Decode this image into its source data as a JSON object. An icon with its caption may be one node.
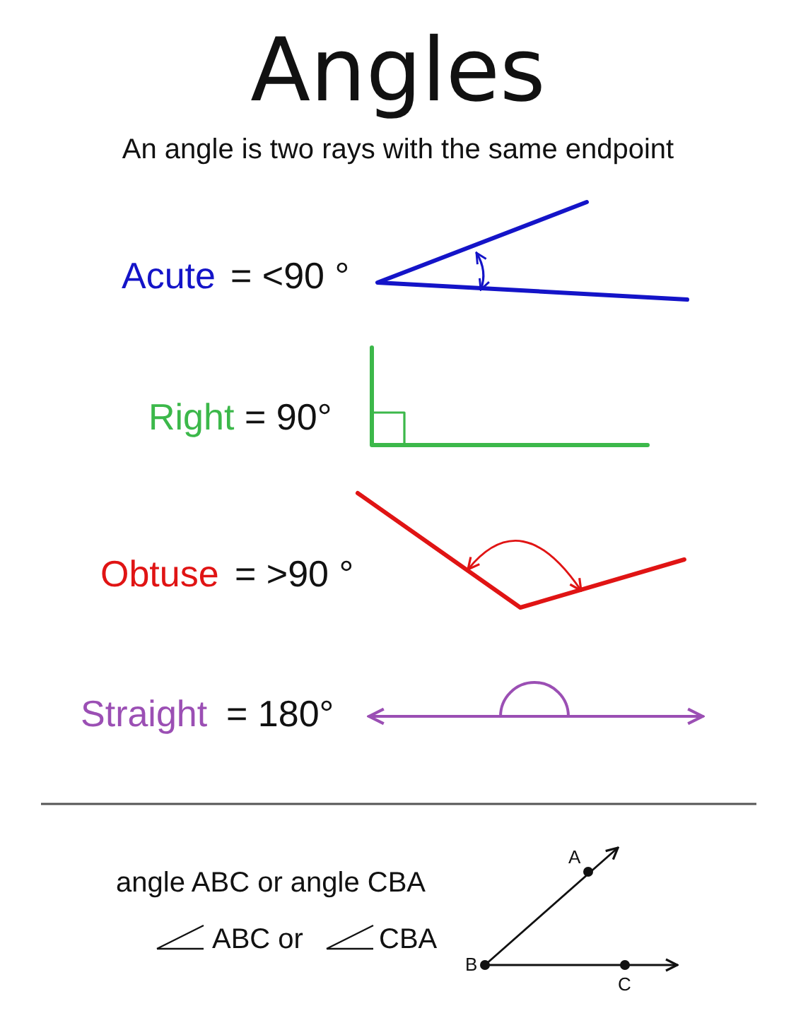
{
  "diagram": {
    "title": "Angles",
    "labels": [
      "An angle is two rays with the same endpoint",
      "Acute",
      "= <90 °",
      "Right",
      "= 90°",
      "Obtuse",
      "= >90 °",
      "Straight",
      "= 180°",
      "angle ABC or angle CBA",
      "ABC or",
      "CBA",
      "A",
      "B",
      "C"
    ]
  }
}
